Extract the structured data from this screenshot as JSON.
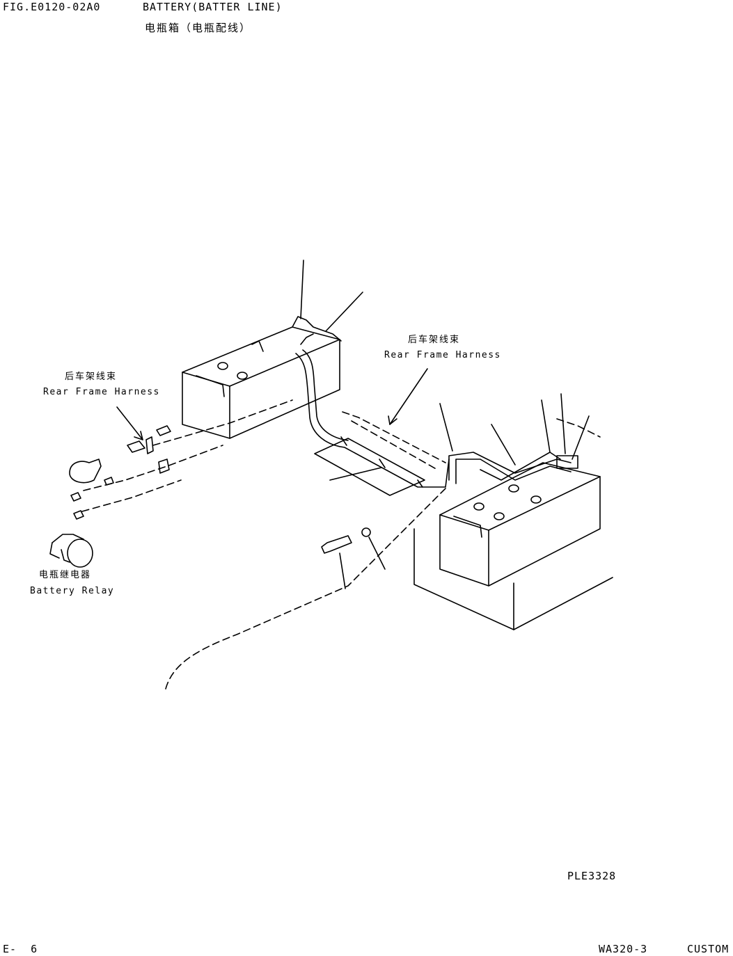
{
  "header": {
    "fig_number": "FIG.E0120-02A0",
    "title_en": "BATTERY(BATTER LINE)",
    "title_cn": "电瓶箱（电瓶配线）"
  },
  "labels": {
    "rear_frame_harness_right_cn": "后车架线束",
    "rear_frame_harness_right_en": "Rear Frame Harness",
    "rear_frame_harness_left_cn": "后车架线束",
    "rear_frame_harness_left_en": "Rear Frame Harness",
    "battery_relay_cn": "电瓶继电器",
    "battery_relay_en": "Battery Relay"
  },
  "drawing_code": "PLE3328",
  "footer": {
    "page": "E-  6",
    "model": "WA320-3",
    "edition": "CUSTOM"
  }
}
